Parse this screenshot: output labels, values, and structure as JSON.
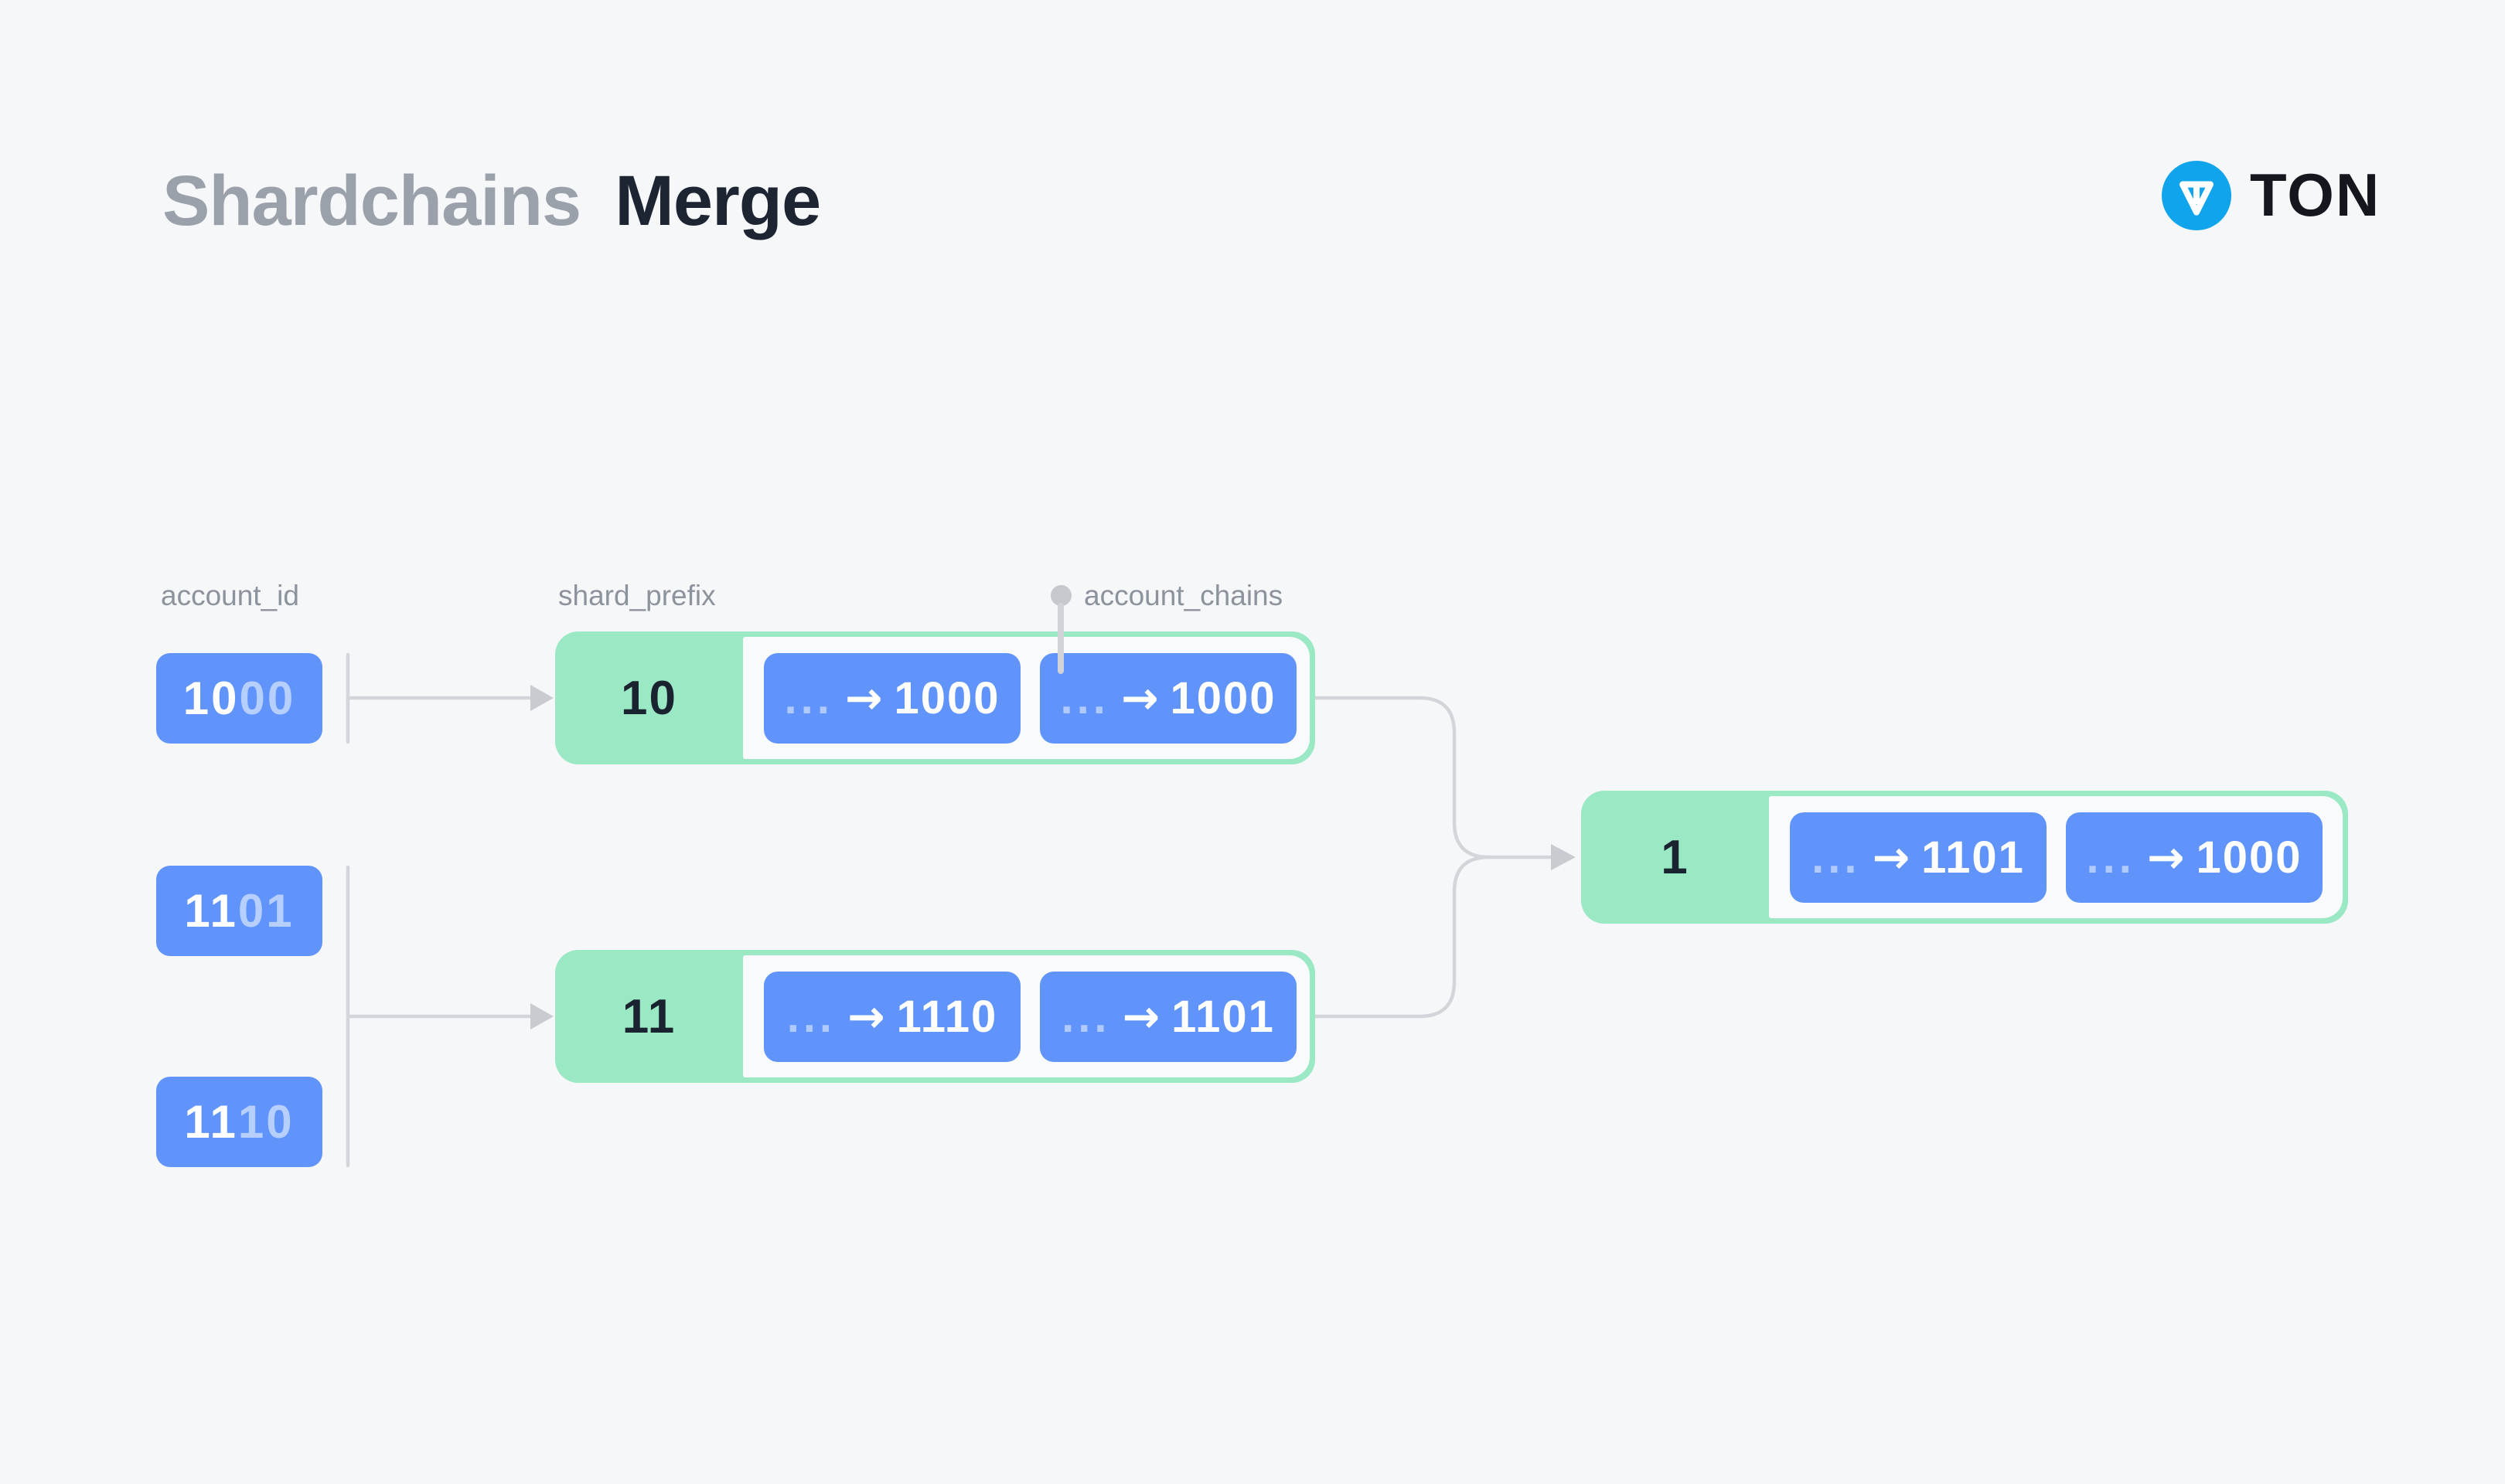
{
  "header": {
    "title_part1": "Shardchains",
    "title_part2": "Merge",
    "brand_name": "TON"
  },
  "column_labels": {
    "account_id": "account_id",
    "shard_prefix": "shard_prefix",
    "account_chains": "account_chains"
  },
  "account_ids": [
    {
      "matched": "10",
      "rest": "00"
    },
    {
      "matched": "11",
      "rest": "01"
    },
    {
      "matched": "11",
      "rest": "10"
    }
  ],
  "shardchains": [
    {
      "shard_prefix": "10",
      "account_chains": [
        {
          "ellipsis": "...",
          "arrow": "→",
          "tail": "1000"
        },
        {
          "ellipsis": "...",
          "arrow": "→",
          "tail": "1000"
        }
      ]
    },
    {
      "shard_prefix": "11",
      "account_chains": [
        {
          "ellipsis": "...",
          "arrow": "→",
          "tail": "1110"
        },
        {
          "ellipsis": "...",
          "arrow": "→",
          "tail": "1101"
        }
      ]
    },
    {
      "shard_prefix": "1",
      "account_chains": [
        {
          "ellipsis": "...",
          "arrow": "→",
          "tail": "1101"
        },
        {
          "ellipsis": "...",
          "arrow": "→",
          "tail": "1000"
        }
      ]
    }
  ],
  "colors": {
    "background": "#F6F7F9",
    "accent_blue": "#6094FA",
    "accent_green": "#9AE8C4",
    "panel_white": "#F8FAFB",
    "title_muted": "#9AA1AA",
    "title_dark": "#1D2533",
    "label_gray": "#8C939C",
    "connector_gray": "#D2D5D9",
    "brand_blue": "#0FA4EC"
  }
}
